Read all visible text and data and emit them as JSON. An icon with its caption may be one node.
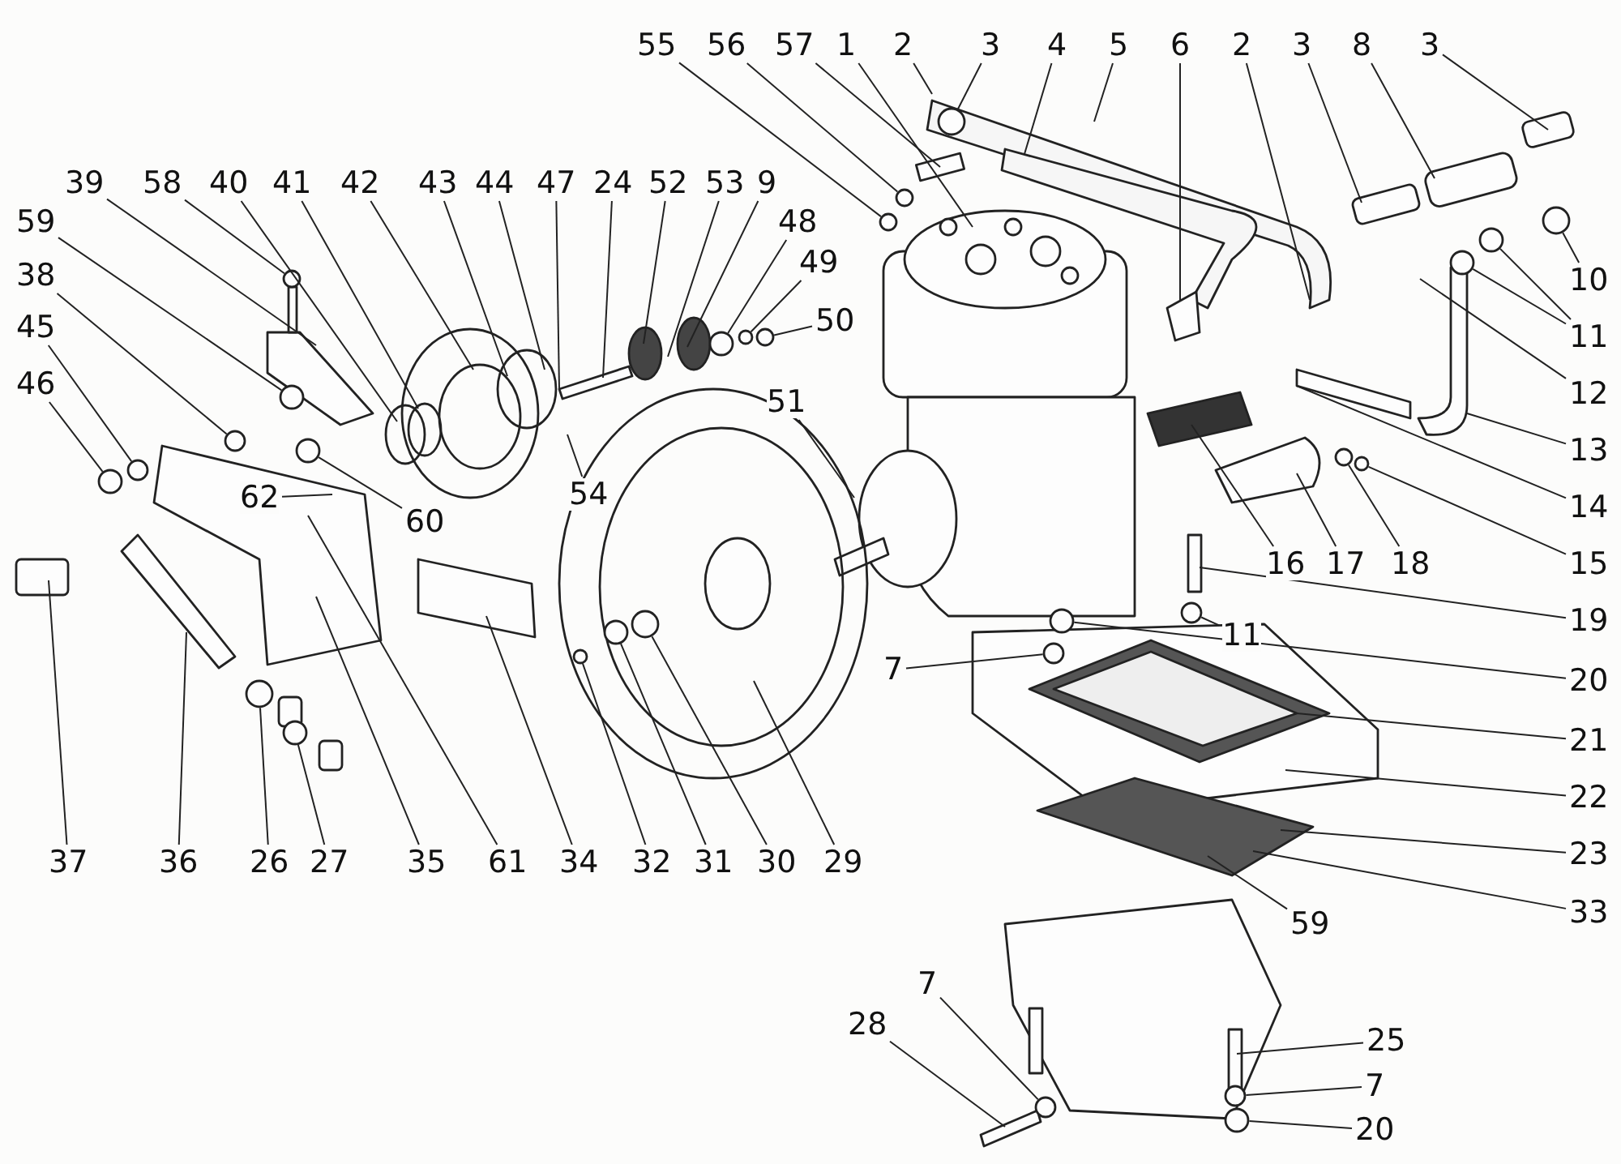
{
  "diagram": {
    "nodes": [
      {
        "text": [
          "55"
        ]
      },
      {
        "text": [
          "56"
        ]
      },
      {
        "text": [
          "57"
        ]
      },
      {
        "text": [
          "1"
        ]
      },
      {
        "text": [
          "2"
        ]
      },
      {
        "text": [
          "3"
        ]
      },
      {
        "text": [
          "4"
        ]
      },
      {
        "text": [
          "5"
        ]
      },
      {
        "text": [
          "6"
        ]
      },
      {
        "text": [
          "2"
        ]
      },
      {
        "text": [
          "3"
        ]
      },
      {
        "text": [
          "8"
        ]
      },
      {
        "text": [
          "3"
        ]
      },
      {
        "text": [
          "39"
        ]
      },
      {
        "text": [
          "58"
        ]
      },
      {
        "text": [
          "40"
        ]
      },
      {
        "text": [
          "41"
        ]
      },
      {
        "text": [
          "42"
        ]
      },
      {
        "text": [
          "43"
        ]
      },
      {
        "text": [
          "44"
        ]
      },
      {
        "text": [
          "47"
        ]
      },
      {
        "text": [
          "24"
        ]
      },
      {
        "text": [
          "52"
        ]
      },
      {
        "text": [
          "53"
        ]
      },
      {
        "text": [
          "9"
        ]
      },
      {
        "text": [
          "59"
        ]
      },
      {
        "text": [
          "48"
        ]
      },
      {
        "text": [
          "10"
        ]
      },
      {
        "text": [
          "38"
        ]
      },
      {
        "text": [
          "49"
        ]
      },
      {
        "text": [
          "11"
        ]
      },
      {
        "text": [
          "45"
        ]
      },
      {
        "text": [
          "50"
        ]
      },
      {
        "text": [
          "46"
        ]
      },
      {
        "text": [
          "12"
        ]
      },
      {
        "text": [
          "51"
        ]
      },
      {
        "text": [
          "13"
        ]
      },
      {
        "text": [
          "62"
        ]
      },
      {
        "text": [
          "54"
        ]
      },
      {
        "text": [
          "60"
        ]
      },
      {
        "text": [
          "14"
        ]
      },
      {
        "text": [
          "16"
        ]
      },
      {
        "text": [
          "17"
        ]
      },
      {
        "text": [
          "18"
        ]
      },
      {
        "text": [
          "15"
        ]
      },
      {
        "text": [
          "19"
        ]
      },
      {
        "text": [
          "11"
        ]
      },
      {
        "text": [
          "7"
        ]
      },
      {
        "text": [
          "20"
        ]
      },
      {
        "text": [
          "21"
        ]
      },
      {
        "text": [
          "22"
        ]
      },
      {
        "text": [
          "23"
        ]
      },
      {
        "text": [
          "37"
        ]
      },
      {
        "text": [
          "36"
        ]
      },
      {
        "text": [
          "26"
        ]
      },
      {
        "text": [
          "27"
        ]
      },
      {
        "text": [
          "35"
        ]
      },
      {
        "text": [
          "61"
        ]
      },
      {
        "text": [
          "34"
        ]
      },
      {
        "text": [
          "32"
        ]
      },
      {
        "text": [
          "31"
        ]
      },
      {
        "text": [
          "30"
        ]
      },
      {
        "text": [
          "29"
        ]
      },
      {
        "text": [
          "33"
        ]
      },
      {
        "text": [
          "59"
        ]
      },
      {
        "text": [
          "7"
        ]
      },
      {
        "text": [
          "28"
        ]
      },
      {
        "text": [
          "25"
        ]
      },
      {
        "text": [
          "7"
        ]
      },
      {
        "text": [
          "20"
        ]
      },
      {
        "text": [],
        "shape": "circle"
      },
      {
        "text": [],
        "shape": "circle"
      },
      {
        "text": [],
        "shape": "circle"
      },
      {
        "text": [],
        "shape": "circle"
      },
      {
        "text": [],
        "shape": "circle"
      },
      {
        "text": [],
        "shape": "circle"
      },
      {
        "text": [],
        "shape": "circle"
      },
      {
        "text": [],
        "shape": "circle"
      },
      {
        "text": [],
        "shape": "circle"
      },
      {
        "text": [],
        "shape": "circle"
      },
      {
        "text": [],
        "shape": "circle"
      },
      {
        "text": [],
        "shape": "circle"
      },
      {
        "text": [],
        "shape": "circle"
      },
      {
        "text": [],
        "shape": "circle"
      },
      {
        "text": [],
        "shape": "circle"
      },
      {
        "text": [],
        "shape": "circle"
      },
      {
        "text": [],
        "shape": "circle"
      },
      {
        "text": [],
        "shape": "circle"
      },
      {
        "text": [],
        "shape": "circle"
      },
      {
        "text": [],
        "shape": "circle"
      },
      {
        "text": [],
        "shape": "circle"
      },
      {
        "text": [],
        "shape": "circle"
      },
      {
        "text": [],
        "shape": "circle"
      },
      {
        "text": [],
        "shape": "circle"
      },
      {
        "text": [],
        "shape": "circle"
      },
      {
        "text": [],
        "shape": "circle"
      },
      {
        "text": [],
        "shape": "circle"
      },
      {
        "text": [],
        "shape": "circle"
      }
    ],
    "edges": [
      {
        "from": 0,
        "to": 70,
        "arrow": "none"
      },
      {
        "from": 1,
        "to": 71,
        "arrow": "none"
      },
      {
        "from": 2,
        "to": null,
        "arrow": "none"
      },
      {
        "from": 3,
        "to": null,
        "arrow": "none"
      },
      {
        "from": 4,
        "to": null,
        "arrow": "none"
      },
      {
        "from": 5,
        "to": 72,
        "arrow": "none"
      },
      {
        "from": 6,
        "to": null,
        "arrow": "none"
      },
      {
        "from": 7,
        "to": null,
        "arrow": "none"
      },
      {
        "from": 8,
        "to": null,
        "arrow": "none"
      },
      {
        "from": 9,
        "to": null,
        "arrow": "none"
      },
      {
        "from": 10,
        "to": null,
        "arrow": "none"
      },
      {
        "from": 11,
        "to": null,
        "arrow": "none"
      },
      {
        "from": 12,
        "to": null,
        "arrow": "none"
      },
      {
        "from": 13,
        "to": null,
        "arrow": "none"
      },
      {
        "from": 14,
        "to": 73,
        "arrow": "none"
      },
      {
        "from": 15,
        "to": null,
        "arrow": "none"
      },
      {
        "from": 16,
        "to": null,
        "arrow": "none"
      },
      {
        "from": 17,
        "to": null,
        "arrow": "none"
      },
      {
        "from": 18,
        "to": null,
        "arrow": "none"
      },
      {
        "from": 19,
        "to": null,
        "arrow": "none"
      },
      {
        "from": 20,
        "to": null,
        "arrow": "none"
      },
      {
        "from": 21,
        "to": null,
        "arrow": "none"
      },
      {
        "from": 22,
        "to": null,
        "arrow": "none"
      },
      {
        "from": 23,
        "to": null,
        "arrow": "none"
      },
      {
        "from": 24,
        "to": null,
        "arrow": "none"
      },
      {
        "from": 25,
        "to": 74,
        "arrow": "none"
      },
      {
        "from": 26,
        "to": 75,
        "arrow": "none"
      },
      {
        "from": 27,
        "to": 76,
        "arrow": "none"
      },
      {
        "from": 28,
        "to": 77,
        "arrow": "none"
      },
      {
        "from": 29,
        "to": 78,
        "arrow": "none"
      },
      {
        "from": 30,
        "to": 79,
        "arrow": "none"
      },
      {
        "from": 30,
        "to": 80,
        "arrow": "none"
      },
      {
        "from": 31,
        "to": 81,
        "arrow": "none"
      },
      {
        "from": 32,
        "to": 82,
        "arrow": "none"
      },
      {
        "from": 33,
        "to": 83,
        "arrow": "none"
      },
      {
        "from": 34,
        "to": null,
        "arrow": "none"
      },
      {
        "from": 35,
        "to": null,
        "arrow": "none"
      },
      {
        "from": 36,
        "to": null,
        "arrow": "none"
      },
      {
        "from": 37,
        "to": null,
        "arrow": "none"
      },
      {
        "from": 38,
        "to": null,
        "arrow": "none"
      },
      {
        "from": 39,
        "to": 84,
        "arrow": "none"
      },
      {
        "from": 40,
        "to": null,
        "arrow": "none"
      },
      {
        "from": 41,
        "to": null,
        "arrow": "none"
      },
      {
        "from": 42,
        "to": null,
        "arrow": "none"
      },
      {
        "from": 43,
        "to": 85,
        "arrow": "none"
      },
      {
        "from": 44,
        "to": 86,
        "arrow": "none"
      },
      {
        "from": 45,
        "to": null,
        "arrow": "none"
      },
      {
        "from": 46,
        "to": 87,
        "arrow": "none"
      },
      {
        "from": 47,
        "to": 88,
        "arrow": "none"
      },
      {
        "from": 48,
        "to": 89,
        "arrow": "none"
      },
      {
        "from": 49,
        "to": null,
        "arrow": "none"
      },
      {
        "from": 50,
        "to": null,
        "arrow": "none"
      },
      {
        "from": 51,
        "to": null,
        "arrow": "none"
      },
      {
        "from": 52,
        "to": null,
        "arrow": "none"
      },
      {
        "from": 53,
        "to": null,
        "arrow": "none"
      },
      {
        "from": 54,
        "to": 90,
        "arrow": "none"
      },
      {
        "from": 55,
        "to": 91,
        "arrow": "none"
      },
      {
        "from": 56,
        "to": null,
        "arrow": "none"
      },
      {
        "from": 57,
        "to": null,
        "arrow": "none"
      },
      {
        "from": 58,
        "to": null,
        "arrow": "none"
      },
      {
        "from": 59,
        "to": 92,
        "arrow": "none"
      },
      {
        "from": 60,
        "to": 93,
        "arrow": "none"
      },
      {
        "from": 61,
        "to": 94,
        "arrow": "none"
      },
      {
        "from": 62,
        "to": null,
        "arrow": "none"
      },
      {
        "from": 63,
        "to": null,
        "arrow": "none"
      },
      {
        "from": 64,
        "to": null,
        "arrow": "none"
      },
      {
        "from": 65,
        "to": 95,
        "arrow": "none"
      },
      {
        "from": 66,
        "to": null,
        "arrow": "none"
      },
      {
        "from": 67,
        "to": null,
        "arrow": "none"
      },
      {
        "from": 68,
        "to": 96,
        "arrow": "none"
      },
      {
        "from": 69,
        "to": 97,
        "arrow": "none"
      }
    ]
  }
}
